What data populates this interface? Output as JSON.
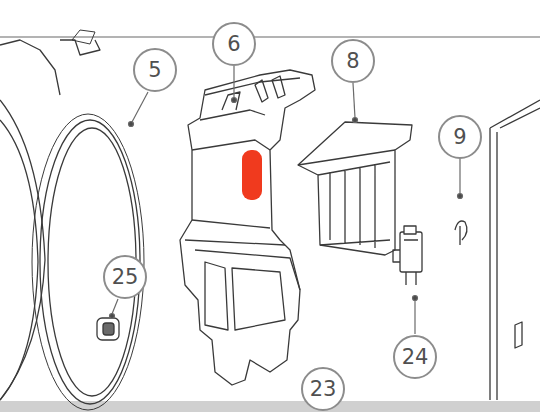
{
  "diagram": {
    "nodes": [
      {
        "text": [
          "6"
        ]
      },
      {
        "text": [
          "5"
        ]
      },
      {
        "text": [
          "8"
        ]
      },
      {
        "text": [
          "9"
        ]
      },
      {
        "text": [
          "25"
        ]
      },
      {
        "text": [
          "24"
        ]
      },
      {
        "text": [
          "23"
        ]
      }
    ]
  }
}
